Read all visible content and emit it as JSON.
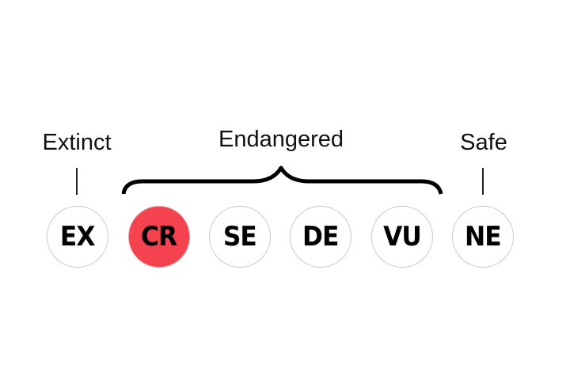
{
  "groups": {
    "extinct": "Extinct",
    "endangered": "Endangered",
    "safe": "Safe"
  },
  "statuses": [
    {
      "code": "EX",
      "active": false
    },
    {
      "code": "CR",
      "active": true
    },
    {
      "code": "SE",
      "active": false
    },
    {
      "code": "DE",
      "active": false
    },
    {
      "code": "VU",
      "active": false
    },
    {
      "code": "NE",
      "active": false
    }
  ],
  "colors": {
    "active": "#f5424f",
    "inactive": "#ffffff",
    "border": "#c8c8c8"
  }
}
